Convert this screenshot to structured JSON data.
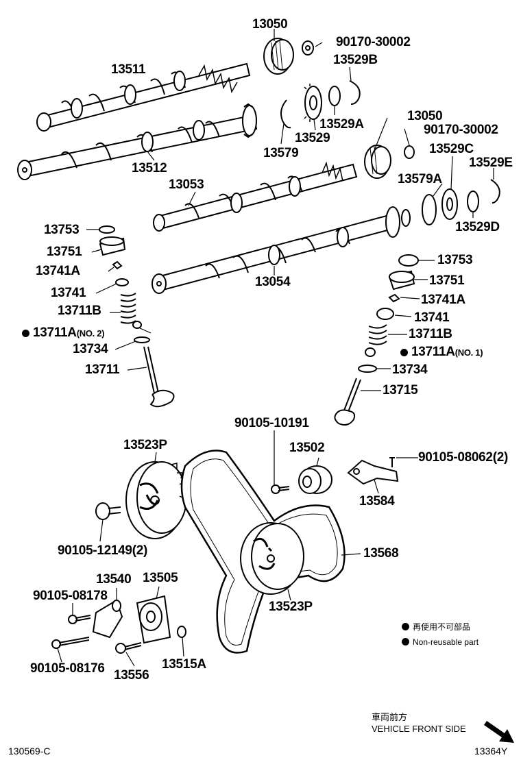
{
  "parts": {
    "p13050a": "13050",
    "p90170a": "90170-30002",
    "p13529b": "13529B",
    "p13511": "13511",
    "p13529a": "13529A",
    "p13529": "13529",
    "p13579": "13579",
    "p13512": "13512",
    "p13050b": "13050",
    "p90170b": "90170-30002",
    "p13529c": "13529C",
    "p13529e": "13529E",
    "p13579a": "13579A",
    "p13053": "13053",
    "p13529d": "13529D",
    "p13054": "13054",
    "p13753l": "13753",
    "p13751l": "13751",
    "p13741al": "13741A",
    "p13741l": "13741",
    "p13711bl": "13711B",
    "p13711al": "13711A",
    "p13711al_note": "(NO. 2)",
    "p13734l": "13734",
    "p13711": "13711",
    "p13753r": "13753",
    "p13751r": "13751",
    "p13741ar": "13741A",
    "p13741r": "13741",
    "p13711br": "13711B",
    "p13711ar": "13711A",
    "p13711ar_note": "(NO. 1)",
    "p13734r": "13734",
    "p13715": "13715",
    "p90105_10191": "90105-10191",
    "p13523p_top": "13523P",
    "p13502": "13502",
    "p90105_08062": "90105-08062(2)",
    "p13584": "13584",
    "p90105_12149": "90105-12149(2)",
    "p13568": "13568",
    "p13540": "13540",
    "p13505": "13505",
    "p90105_08178": "90105-08178",
    "p13523p_bot": "13523P",
    "p90105_08176": "90105-08176",
    "p13556": "13556",
    "p13515a": "13515A"
  },
  "legend": {
    "jp": "再使用不可部品",
    "en": "Non-reusable part"
  },
  "footer": {
    "front_jp": "車両前方",
    "front_en": "VEHICLE FRONT SIDE",
    "ref_left": "130569-C",
    "ref_right": "13364Y"
  }
}
